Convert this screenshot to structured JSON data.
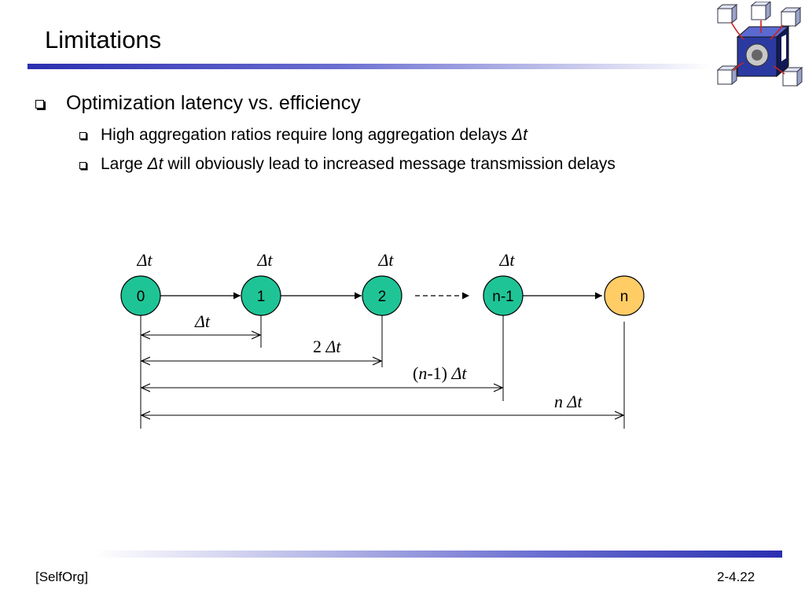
{
  "slide": {
    "title": "Limitations",
    "bullet1": "Optimization latency vs. efficiency",
    "sub1_text": "High aggregation ratios require long aggregation delays ",
    "sub1_delta": "Δt",
    "sub2_pre": "Large ",
    "sub2_delta": "Δt",
    "sub2_post": " will obviously lead to increased message transmission delays"
  },
  "diagram": {
    "nodes": [
      {
        "label": "0",
        "color": "#1fc496"
      },
      {
        "label": "1",
        "color": "#1fc496"
      },
      {
        "label": "2",
        "color": "#1fc496"
      },
      {
        "label": "n-1",
        "color": "#1fc496"
      },
      {
        "label": "n",
        "color": "#ffcc66"
      }
    ],
    "top_labels": [
      "Δt",
      "Δt",
      "Δt",
      "Δt"
    ],
    "span_labels": {
      "s1": "Δt",
      "s2_num": "2 ",
      "s2_delta": "Δt",
      "s3_a": "(",
      "s3_n": "n",
      "s3_b": "-1) ",
      "s3_delta": "Δt",
      "s4_n": "n",
      "s4_delta": " Δt"
    }
  },
  "footer": {
    "left": "[SelfOrg]",
    "right": "2-4.22"
  },
  "colors": {
    "accent": "#2b2fb0",
    "node_green": "#1fc496",
    "node_orange": "#ffcc66"
  }
}
